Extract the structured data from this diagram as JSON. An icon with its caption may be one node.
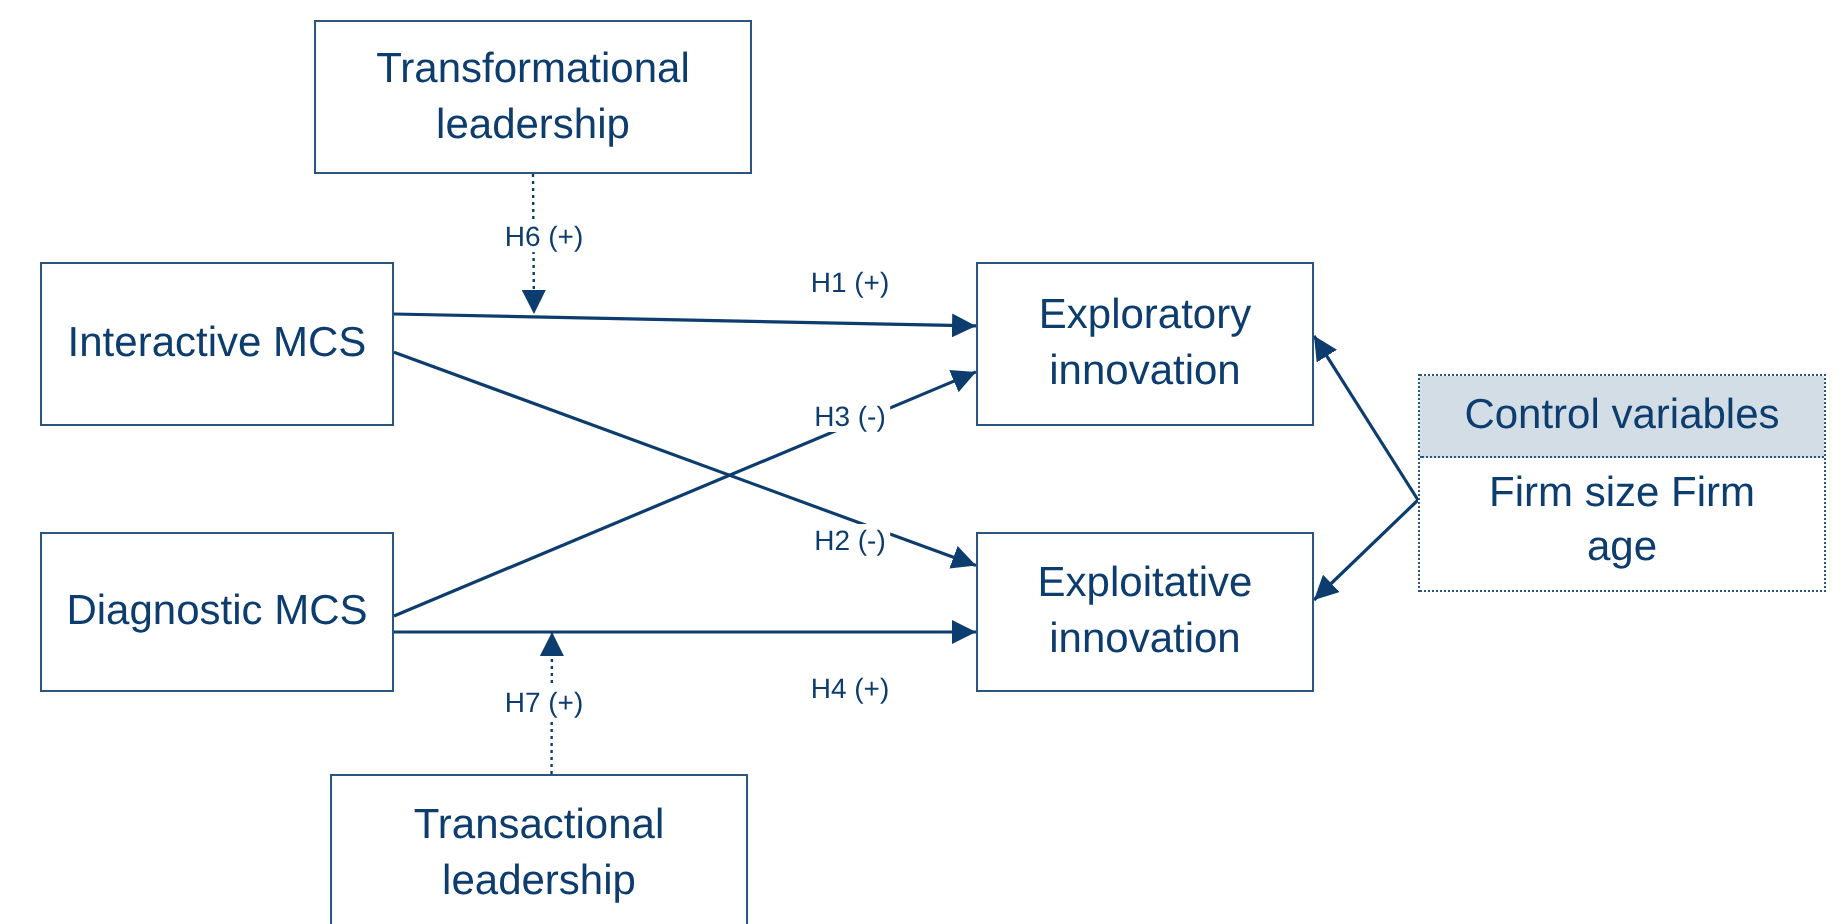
{
  "diagram": {
    "nodes": [
      {
        "text": [
          "Transformational leadership"
        ]
      },
      {
        "text": [
          "Interactive MCS"
        ]
      },
      {
        "text": [
          "Exploratory innovation"
        ]
      },
      {
        "text": [
          "Diagnostic MCS"
        ]
      },
      {
        "text": [
          "Exploitative innovation"
        ]
      },
      {
        "text": [
          "Control variables",
          "Firm size Firm age"
        ]
      },
      {
        "text": [
          "Transactional leadership"
        ]
      }
    ],
    "edges": [
      {
        "from": 1,
        "to": 2,
        "arrow": "to",
        "label": "H1 (+)"
      },
      {
        "from": 1,
        "to": 4,
        "arrow": "to",
        "label": "H2 (-)"
      },
      {
        "from": 3,
        "to": 2,
        "arrow": "to",
        "label": "H3 (-)"
      },
      {
        "from": 3,
        "to": 4,
        "arrow": "to",
        "label": "H4 (+)"
      },
      {
        "from": 5,
        "to": 2,
        "arrow": "to"
      },
      {
        "from": 5,
        "to": 4,
        "arrow": "to"
      },
      {
        "from": 0,
        "to": null,
        "arrow": "to",
        "label": "H6 (+)",
        "style": "dashed"
      },
      {
        "from": 6,
        "to": null,
        "arrow": "to",
        "label": "H7 (+)",
        "style": "dashed"
      }
    ]
  }
}
